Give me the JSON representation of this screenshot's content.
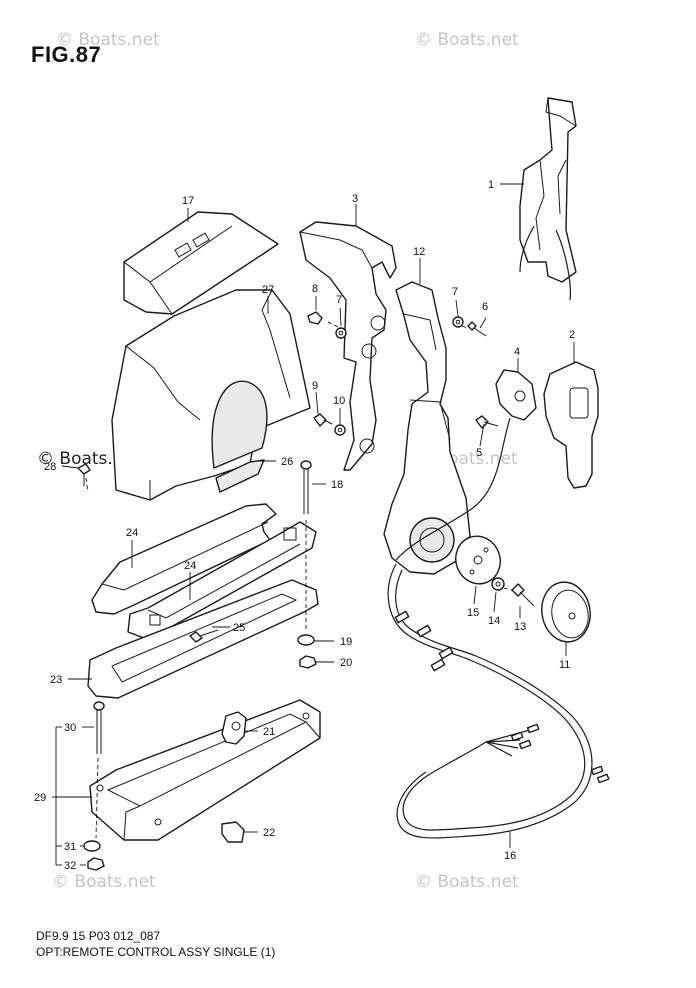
{
  "figure": {
    "title": "FIG.87"
  },
  "watermarks": {
    "top_left": "© Boats.net",
    "top_right": "© Boats.net",
    "mid_left": "© Boats.net",
    "mid_right": "© Boats.net",
    "bottom_left": "© Boats.net",
    "bottom_right": "© Boats.net"
  },
  "callouts": {
    "p1": "1",
    "p2": "2",
    "p3": "3",
    "p4": "4",
    "p5": "5",
    "p6": "6",
    "p7a": "7",
    "p7b": "7",
    "p8": "8",
    "p9": "9",
    "p10": "10",
    "p11": "11",
    "p12": "12",
    "p13": "13",
    "p14": "14",
    "p15": "15",
    "p16": "16",
    "p17": "17",
    "p18": "18",
    "p19": "19",
    "p20": "20",
    "p21": "21",
    "p22": "22",
    "p23": "23",
    "p24a": "24",
    "p24b": "24",
    "p25": "25",
    "p26": "26",
    "p27": "27",
    "p28": "28",
    "p29": "29",
    "p30": "30",
    "p31": "31",
    "p32": "32"
  },
  "footer": {
    "code": "DF9.9 15 P03 012_087",
    "caption": "OPT:REMOTE CONTROL ASSY SINGLE (1)"
  }
}
